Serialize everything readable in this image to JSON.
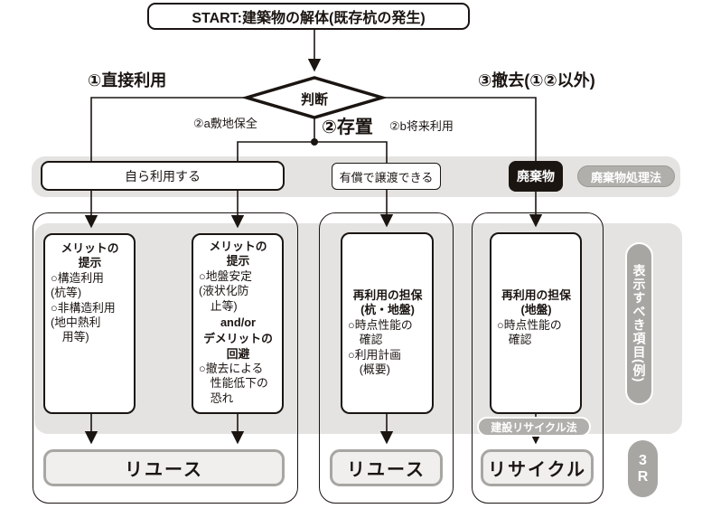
{
  "start": {
    "label": "START:建築物の解体(既存杭の発生)"
  },
  "decision": {
    "label": "判断"
  },
  "branches": {
    "direct_use": "①直接利用",
    "retain": "②存置",
    "retain_a": "②a敷地保全",
    "retain_b": "②b将来利用",
    "removal": "③撤去(①②以外)"
  },
  "band": {
    "self_use": "自ら利用する",
    "paid_transfer": "有償で譲渡できる",
    "waste": "廃棄物",
    "waste_law": "廃棄物処理法"
  },
  "panels": {
    "p1": {
      "title": "メリットの\n提示",
      "body": "○構造利用\n(杭等)\n○非構造利用\n(地中熱利\n　用等)"
    },
    "p2": {
      "title": "メリットの\n提示",
      "body1": "○地盤安定\n(液状化防\n　止等)",
      "connector": "and/or",
      "title2": "デメリットの\n回避",
      "body2": "○撤去による\n　性能低下の\n　恐れ"
    },
    "p3": {
      "title": "再利用の担保\n(杭・地盤)",
      "body": "○時点性能の\n　確認\n○利用計画\n　(概要)"
    },
    "p4": {
      "title": "再利用の担保\n(地盤)",
      "body": "○時点性能の\n　確認"
    }
  },
  "outcomes": {
    "reuse_1": "リユース",
    "reuse_2": "リユース",
    "recycle": "リサイクル"
  },
  "pills": {
    "recycle_law": "建設リサイクル法",
    "display_items": "表示すべき項目(例)",
    "three_r": "3\nR"
  },
  "colors": {
    "band_gray": "#e4e3e1",
    "ui_gray": "#a8a6a3",
    "ink": "#1b1512"
  }
}
